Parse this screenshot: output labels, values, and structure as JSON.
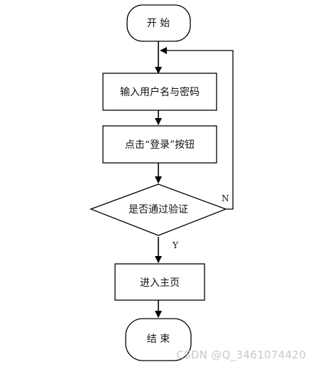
{
  "nodes": {
    "start": "开 始",
    "input": "输入用户名与密码",
    "click": "点击“登录”按钮",
    "decision": "是否通过验证",
    "home": "进入主页",
    "end": "结 束"
  },
  "edge_labels": {
    "no": "N",
    "yes": "Y"
  },
  "watermark": "CSDN @Q_3461074420"
}
